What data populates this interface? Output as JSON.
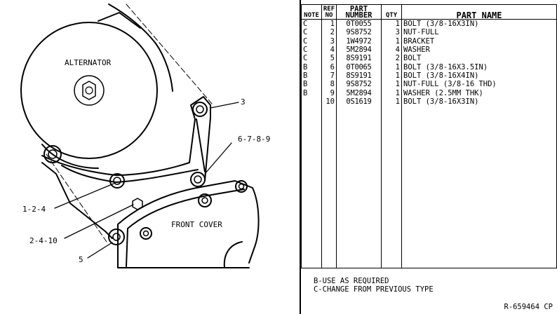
{
  "diagram": {
    "labels": {
      "alternator": "ALTERNATOR",
      "front_cover": "FRONT COVER",
      "callout_3": "3",
      "callout_6789": "6-7-8-9",
      "callout_124": "1-2-4",
      "callout_2410": "2-4-10",
      "callout_5": "5"
    }
  },
  "table": {
    "headers": {
      "note": "NOTE",
      "ref_line1": "REF",
      "ref_line2": "NO",
      "part_line1": "PART",
      "part_line2": "NUMBER",
      "qty": "QTY",
      "name": "PART NAME"
    },
    "rows": [
      {
        "note": "C",
        "ref": "1",
        "part": "0T0055",
        "qty": "1",
        "name": "BOLT (3/8-16X3IN)"
      },
      {
        "note": "C",
        "ref": "2",
        "part": "9S8752",
        "qty": "3",
        "name": "NUT-FULL"
      },
      {
        "note": "C",
        "ref": "3",
        "part": "1W4972",
        "qty": "1",
        "name": "BRACKET"
      },
      {
        "note": "C",
        "ref": "4",
        "part": "5M2894",
        "qty": "4",
        "name": "WASHER"
      },
      {
        "note": "C",
        "ref": "5",
        "part": "8S9191",
        "qty": "2",
        "name": "BOLT"
      },
      {
        "note": "B",
        "ref": "6",
        "part": "0T0065",
        "qty": "1",
        "name": "BOLT (3/8-16X3.5IN)"
      },
      {
        "note": "B",
        "ref": "7",
        "part": "8S9191",
        "qty": "1",
        "name": "BOLT (3/8-16X4IN)"
      },
      {
        "note": "B",
        "ref": "8",
        "part": "9S8752",
        "qty": "1",
        "name": "NUT-FULL (3/8-16 THD)"
      },
      {
        "note": "B",
        "ref": "9",
        "part": "5M2894",
        "qty": "1",
        "name": "WASHER (2.5MM THK)"
      },
      {
        "note": "",
        "ref": "10",
        "part": "0S1619",
        "qty": "1",
        "name": "BOLT (3/8-16X3IN)"
      }
    ]
  },
  "notes": {
    "b": "B-USE AS REQUIRED",
    "c": "C-CHANGE FROM PREVIOUS TYPE"
  },
  "reference_code": "R-659464 CP"
}
